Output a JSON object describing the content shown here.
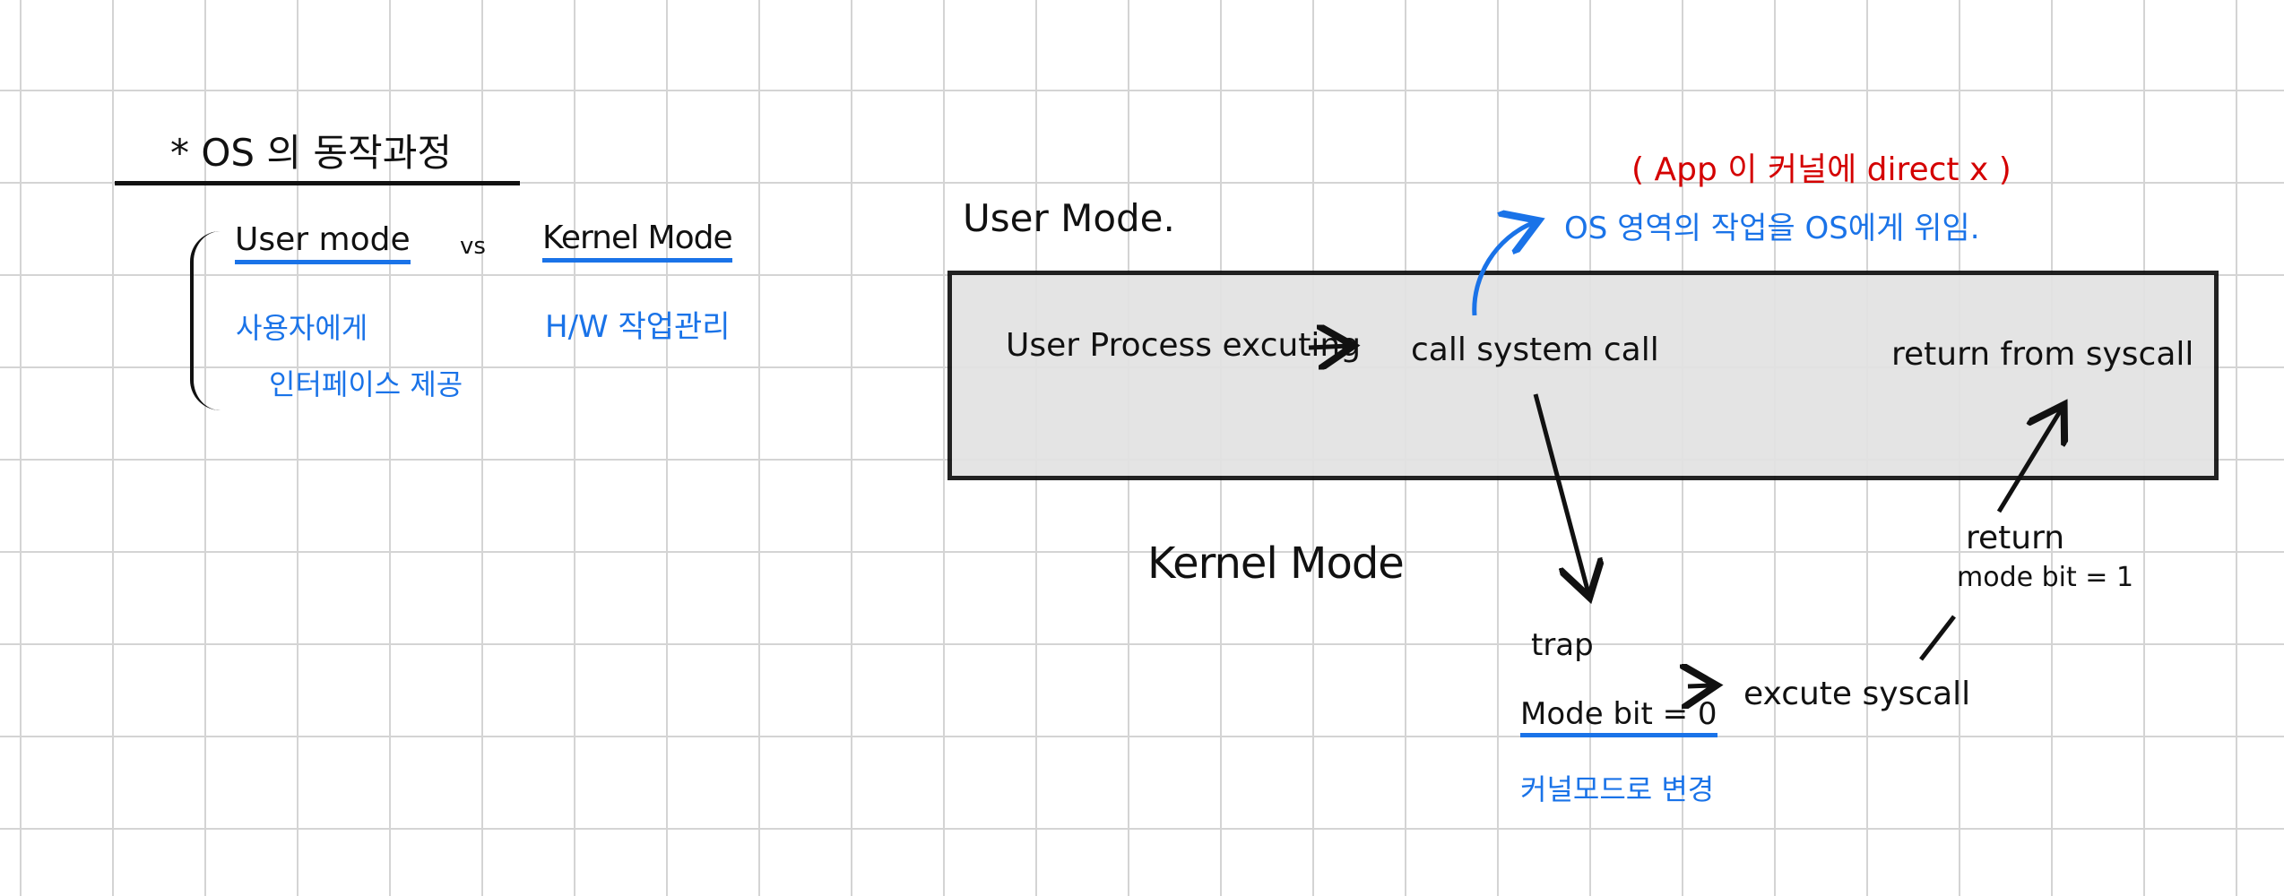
{
  "left_notes": {
    "title": "* OS 의 동작과정",
    "user_mode": "User mode",
    "vs": "vs",
    "kernel_mode": "Kernel Mode",
    "user_mode_desc_line1": "사용자에게",
    "user_mode_desc_line2": "인터페이스 제공",
    "kernel_mode_desc": "H/W 작업관리"
  },
  "diagram": {
    "user_mode_label": "User Mode.",
    "red_note": "( App 이 커널에 direct x )",
    "blue_note": "OS 영역의 작업을 OS에게 위임.",
    "user_process": "User Process excuting",
    "call_syscall": "call system call",
    "return_syscall": "return from syscall",
    "kernel_mode_label": "Kernel Mode",
    "trap": "trap",
    "mode_bit_0": "Mode bit = 0",
    "kernel_change": "커널모드로 변경",
    "execute_syscall": "excute syscall",
    "return": "return",
    "mode_bit_1": "mode bit = 1"
  },
  "colors": {
    "black_ink": "#111111",
    "blue_ink": "#1a73e8",
    "red_ink": "#d40000",
    "user_box_fill": "#e3e3e3",
    "grid_line": "#d4d4d4"
  }
}
